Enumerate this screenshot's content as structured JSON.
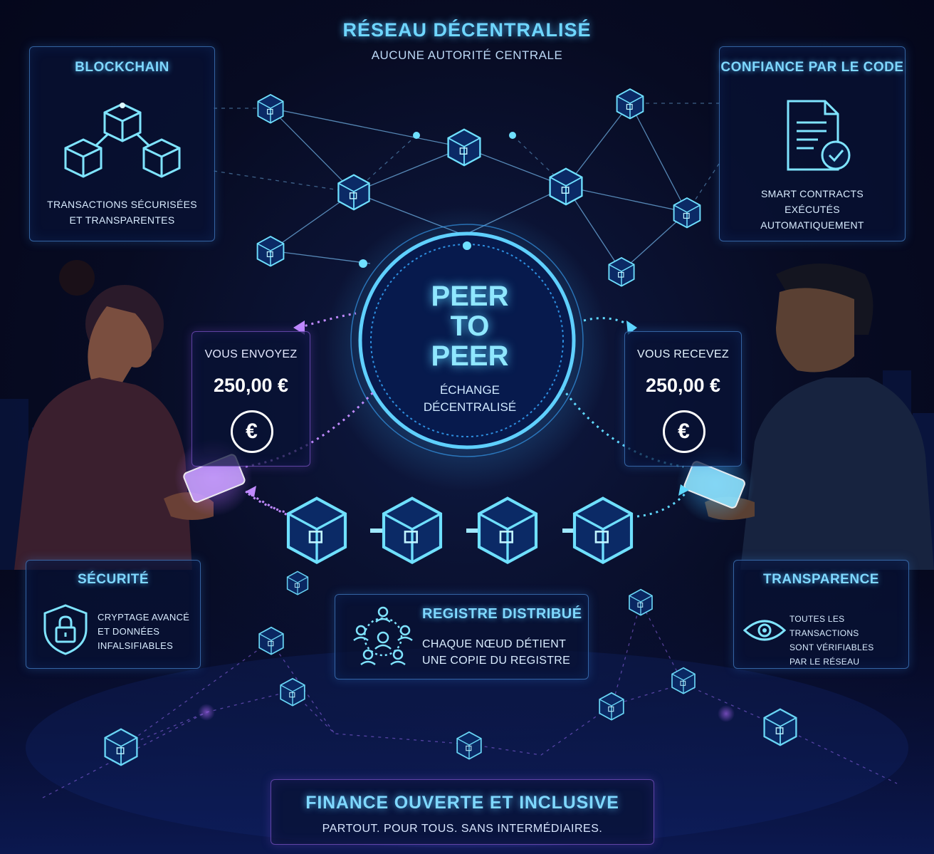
{
  "header": {
    "title": "RÉSEAU DÉCENTRALISÉ",
    "subtitle": "AUCUNE AUTORITÉ CENTRALE"
  },
  "blockchain_panel": {
    "title": "BLOCKCHAIN",
    "text": "TRANSACTIONS SÉCURISÉES\nET TRANSPARENTES",
    "icon": "linked-cubes-icon"
  },
  "contracts_panel": {
    "title": "CONFIANCE PAR LE CODE",
    "text": "SMART CONTRACTS\nEXÉCUTÉS\nAUTOMATIQUEMENT",
    "icon": "contract-check-icon"
  },
  "hub": {
    "line1": "PEER",
    "line2": "TO",
    "line3": "PEER",
    "subtitle": "ÉCHANGE\nDÉCENTRALISÉ"
  },
  "send_card": {
    "label": "VOUS ENVOYEZ",
    "amount": "250,00 €",
    "symbol": "€"
  },
  "receive_card": {
    "label": "VOUS RECEVEZ",
    "amount": "250,00 €",
    "symbol": "€"
  },
  "security_panel": {
    "title": "SÉCURITÉ",
    "text": "CRYPTAGE AVANCÉ\nET DONNÉES\nINFALSIFIABLES",
    "icon": "shield-lock-icon"
  },
  "registry_panel": {
    "title": "REGISTRE DISTRIBUÉ",
    "text": "CHAQUE NŒUD DÉTIENT\nUNE COPIE DU REGISTRE",
    "icon": "network-people-icon"
  },
  "transparency_panel": {
    "title": "TRANSPARENCE",
    "text": "TOUTES LES TRANSACTIONS\nSONT VÉRIFIABLES\nPAR LE RÉSEAU",
    "icon": "eye-icon"
  },
  "footer": {
    "title": "FINANCE OUVERTE ET INCLUSIVE",
    "subtitle": "PARTOUT. POUR TOUS. SANS INTERMÉDIAIRES."
  },
  "colors": {
    "accent_cyan": "#6fd6ff",
    "accent_violet": "#b070ff",
    "background": "#070b22"
  }
}
